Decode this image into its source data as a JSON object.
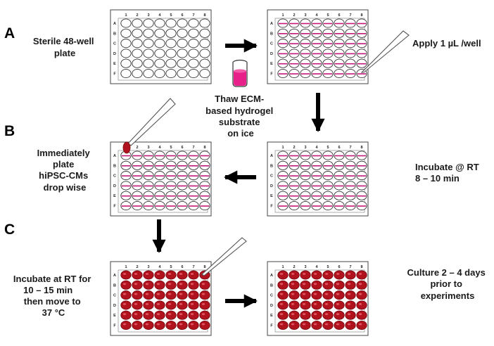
{
  "sections": [
    "A",
    "B",
    "C"
  ],
  "plate": {
    "columns": [
      "1",
      "2",
      "3",
      "4",
      "5",
      "6",
      "7",
      "8"
    ],
    "rows": [
      "A",
      "B",
      "C",
      "D",
      "E",
      "F"
    ]
  },
  "labels": {
    "sterile_plate": [
      "Sterile 48-well",
      "plate"
    ],
    "apply": "Apply 1 µL /well",
    "thaw": [
      "Thaw ECM-",
      "based hydrogel",
      "substrate",
      "on ice"
    ],
    "incubate_rt": [
      "Incubate @ RT",
      "8 – 10 min"
    ],
    "immediately": [
      "Immediately",
      "plate",
      "hiPSC-CMs",
      "drop wise"
    ],
    "incubate_move": [
      "Incubate at RT for",
      "10 – 15 min",
      "then move to",
      "37 °C"
    ],
    "culture": [
      "Culture  2 – 4 days",
      "prior to",
      "experiments"
    ]
  },
  "colors": {
    "well_outline": "#333333",
    "hydrogel_line": "#c2187a",
    "hydrogel_tube": "#e8208a",
    "cells": "#b0121e",
    "cells_dark": "#7a0a12",
    "arrow": "#000000"
  }
}
